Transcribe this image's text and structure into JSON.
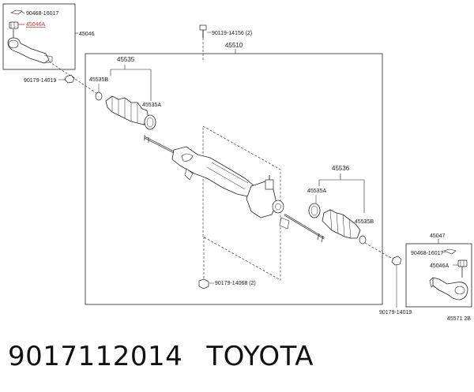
{
  "labels": {
    "tl_nut_part": "90468-16017",
    "tl_tie_rod_end": "45046A",
    "tl_assembly": "45046",
    "tl_locknut": "90179-14019",
    "bolt_top": "90119-14156 (2)",
    "rack_assembly": "45510",
    "boot_set_left": "45535",
    "clip_left_b": "45535B",
    "clip_left_a": "45535A",
    "boot_set_right": "45536",
    "clip_right_a": "45535A",
    "clip_right_b": "45535B",
    "nut_bottom": "90179-14068 (2)",
    "br_assembly": "45047",
    "br_nut_part": "90468-16017",
    "br_tie_rod_end": "45046A",
    "br_locknut": "90179-14019",
    "figure_id": "45571 2B"
  },
  "caption": {
    "part_number": "9017112014",
    "brand": "TOYOTA"
  },
  "colors": {
    "highlight": "#d9302c",
    "line": "#222222"
  }
}
